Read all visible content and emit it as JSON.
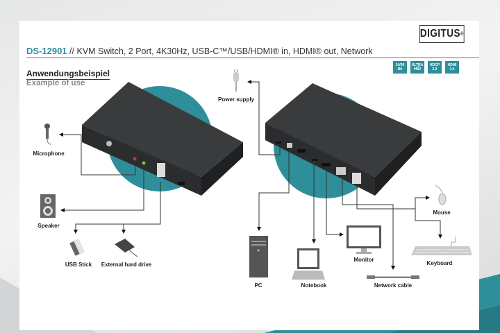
{
  "brand": {
    "logo": "DIGITUS",
    "reg": "®"
  },
  "header": {
    "product_code": "DS-12901",
    "separator": "//",
    "description": "KVM Switch, 2 Port, 4K30Hz, USB-C™/USB/HDMI® in, HDMI® out, Network"
  },
  "badges": [
    {
      "line1": "24/36",
      "line2": "Bit"
    },
    {
      "line1": "ULTRA",
      "line2": "HD"
    },
    {
      "line1": "",
      "line2": "HDCP 2.2"
    },
    {
      "line1": "",
      "line2": "HDMI 1.4"
    }
  ],
  "section": {
    "title_de": "Anwendungsbeispiel",
    "title_en": "Example of use"
  },
  "labels": {
    "microphone": "Microphone",
    "speaker": "Speaker",
    "usb_stick": "USB Stick",
    "external_hdd": "External hard drive",
    "power_supply": "Power supply",
    "pc": "PC",
    "notebook": "Notebook",
    "monitor": "Monitor",
    "network_cable": "Network cable",
    "mouse": "Mouse",
    "keyboard": "Keyboard"
  },
  "colors": {
    "accent": "#2e8f9b",
    "device": "#3a3b3d",
    "line": "#555555"
  }
}
